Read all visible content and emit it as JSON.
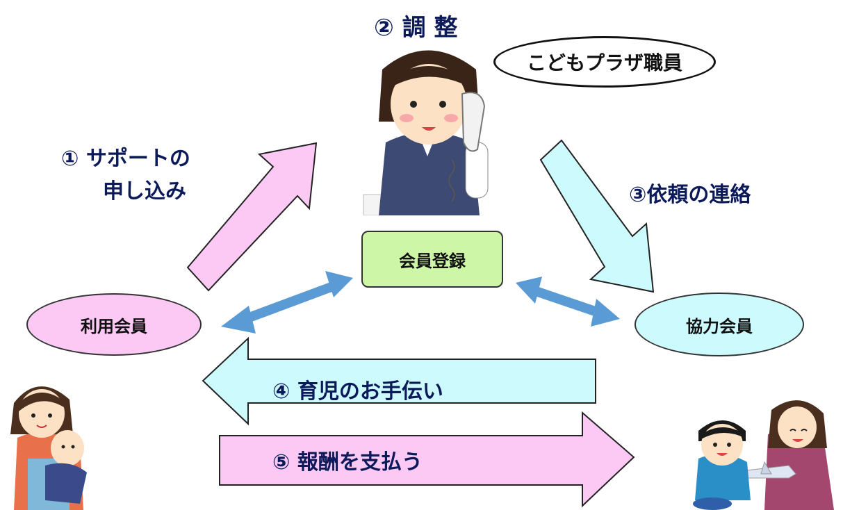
{
  "steps": {
    "s1_line1": "① サポートの",
    "s1_line2": "申し込み",
    "s2": "② 調 整",
    "s3": "③依頼の連絡",
    "s4": "④ 育児のお手伝い",
    "s5": "⑤ 報酬を支払う"
  },
  "nodes": {
    "staff": "こどもプラザ職員",
    "registration": "会員登録",
    "user_member": "利用会員",
    "cooperating_member": "協力会員"
  },
  "colors": {
    "pink": "#fcc9f4",
    "cyan": "#cdfbfd",
    "green": "#cdf6a6",
    "blue_arrow": "#5b9bd5",
    "text_navy": "#0d1a5a"
  }
}
